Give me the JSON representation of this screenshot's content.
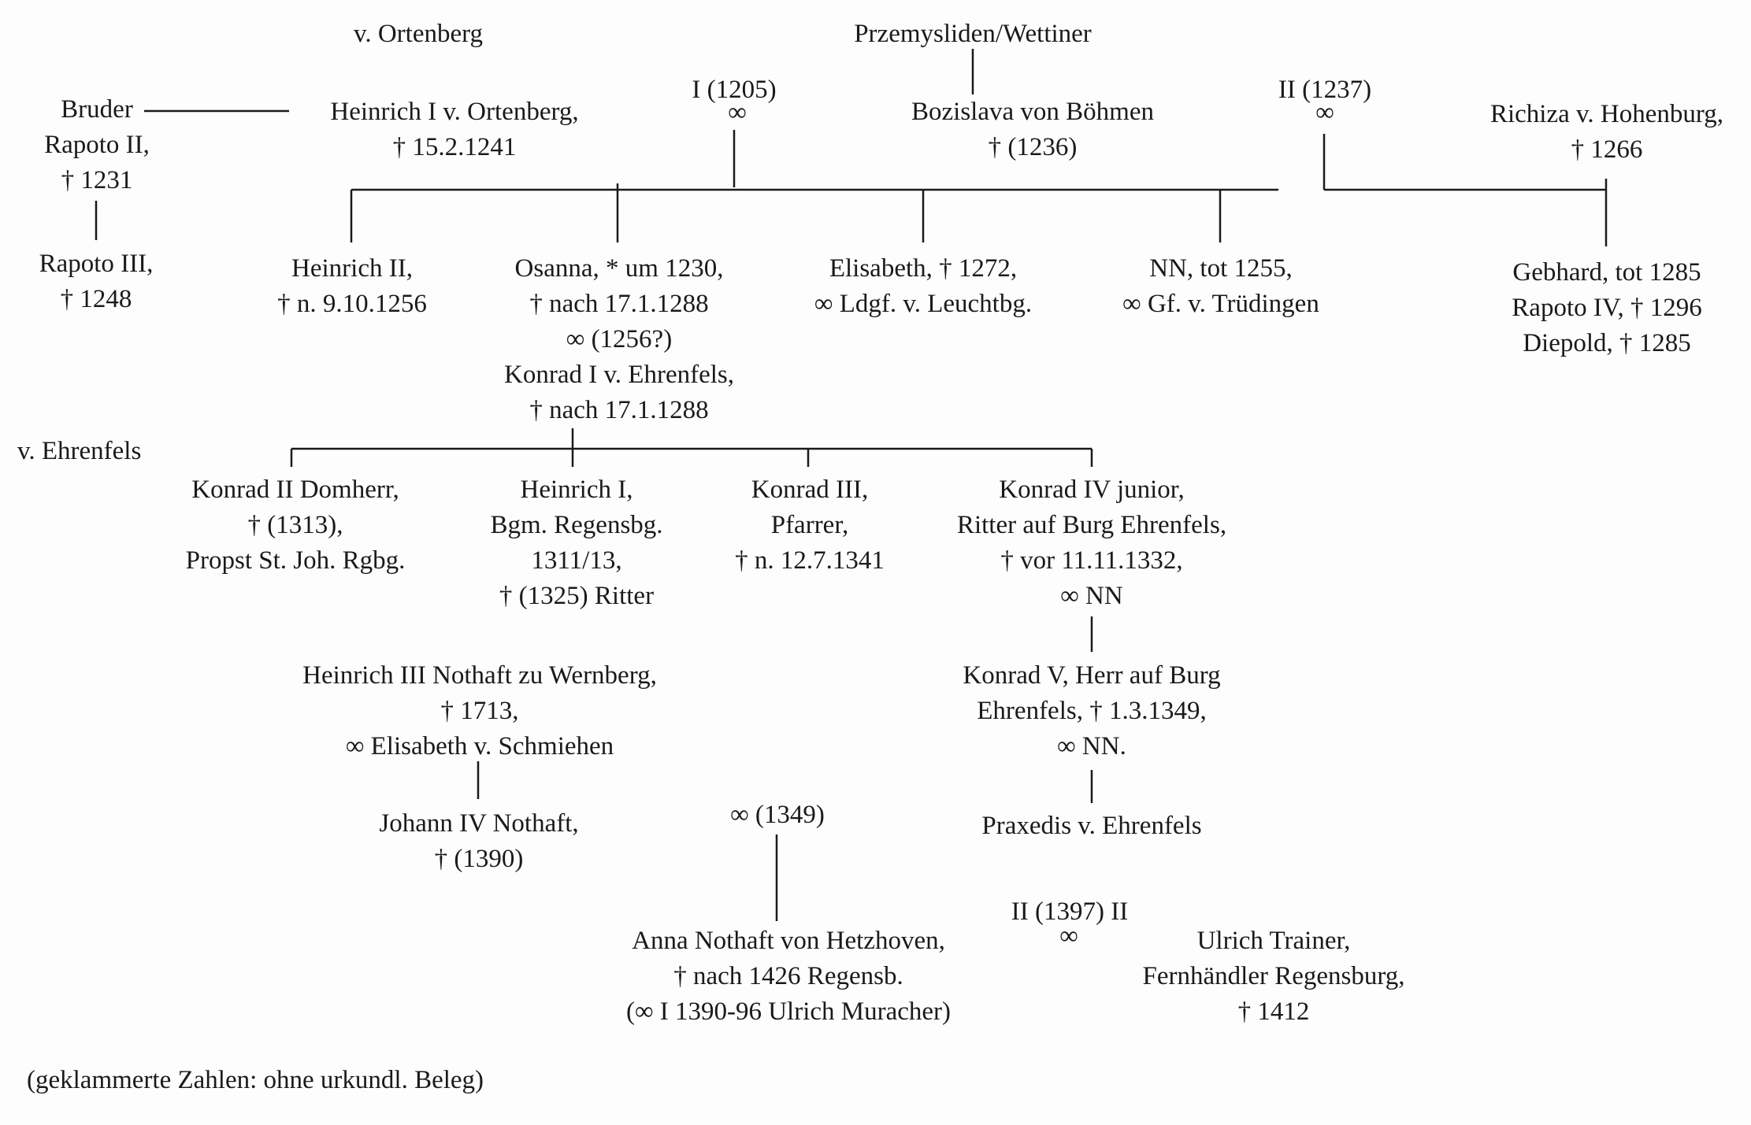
{
  "houses": {
    "ortenberg": "v. Ortenberg",
    "przemysliden": "Przemysliden/Wettiner",
    "ehrenfels": "v. Ehrenfels"
  },
  "marriages": {
    "m1205": "I (1205)",
    "m1205_symbol": "∞",
    "m1237": "II (1237)",
    "m1237_symbol": "∞",
    "m1349": "∞ (1349)",
    "m1397": "II (1397) II",
    "m1397_symbol": "∞"
  },
  "persons": {
    "bruder": [
      "Bruder",
      "Rapoto II,",
      "† 1231"
    ],
    "rapoto3": [
      "Rapoto III,",
      "† 1248"
    ],
    "heinrich1": [
      "Heinrich I v. Ortenberg,",
      "† 15.2.1241"
    ],
    "bozislava": [
      "Bozislava von Böhmen",
      "† (1236)"
    ],
    "richiza": [
      "Richiza v. Hohenburg,",
      "† 1266"
    ],
    "heinrich2": [
      "Heinrich II,",
      "† n. 9.10.1256"
    ],
    "osanna": [
      "Osanna, * um 1230,",
      "† nach 17.1.1288",
      "∞ (1256?)",
      "Konrad I v. Ehrenfels,",
      "† nach 17.1.1288"
    ],
    "elisabeth": [
      "Elisabeth, † 1272,",
      "∞ Ldgf. v. Leuchtbg."
    ],
    "nn": [
      "NN, tot 1255,",
      "∞ Gf. v. Trüdingen"
    ],
    "gebhard": [
      "Gebhard, tot 1285",
      "Rapoto IV, † 1296",
      "Diepold, † 1285"
    ],
    "konrad2": [
      "Konrad II Domherr,",
      "† (1313),",
      "Propst St. Joh. Rgbg."
    ],
    "heinrichI_bgm": [
      "Heinrich I,",
      "Bgm. Regensbg.",
      "1311/13,",
      "† (1325) Ritter"
    ],
    "konrad3": [
      "Konrad III,",
      "Pfarrer,",
      "† n. 12.7.1341"
    ],
    "konrad4": [
      "Konrad IV junior,",
      "Ritter auf Burg Ehrenfels,",
      "† vor 11.11.1332,",
      "∞ NN"
    ],
    "heinrich3": [
      "Heinrich III Nothaft zu Wernberg,",
      "† 1713,",
      "∞ Elisabeth v. Schmiehen"
    ],
    "konrad5": [
      "Konrad V, Herr auf Burg",
      "Ehrenfels, † 1.3.1349,",
      "∞ NN."
    ],
    "johann4": [
      "Johann IV Nothaft,",
      "† (1390)"
    ],
    "praxedis": [
      "Praxedis v. Ehrenfels"
    ],
    "anna": [
      "Anna Nothaft von Hetzhoven,",
      "† nach 1426 Regensb.",
      "(∞ I 1390-96 Ulrich Muracher)"
    ],
    "ulrich": [
      "Ulrich Trainer,",
      "Fernhändler Regensburg,",
      "† 1412"
    ]
  },
  "footnote": "(geklammerte Zahlen: ohne urkundl. Beleg)",
  "colors": {
    "ink": "#1a1a1a",
    "paper": "#fdfdfd"
  }
}
